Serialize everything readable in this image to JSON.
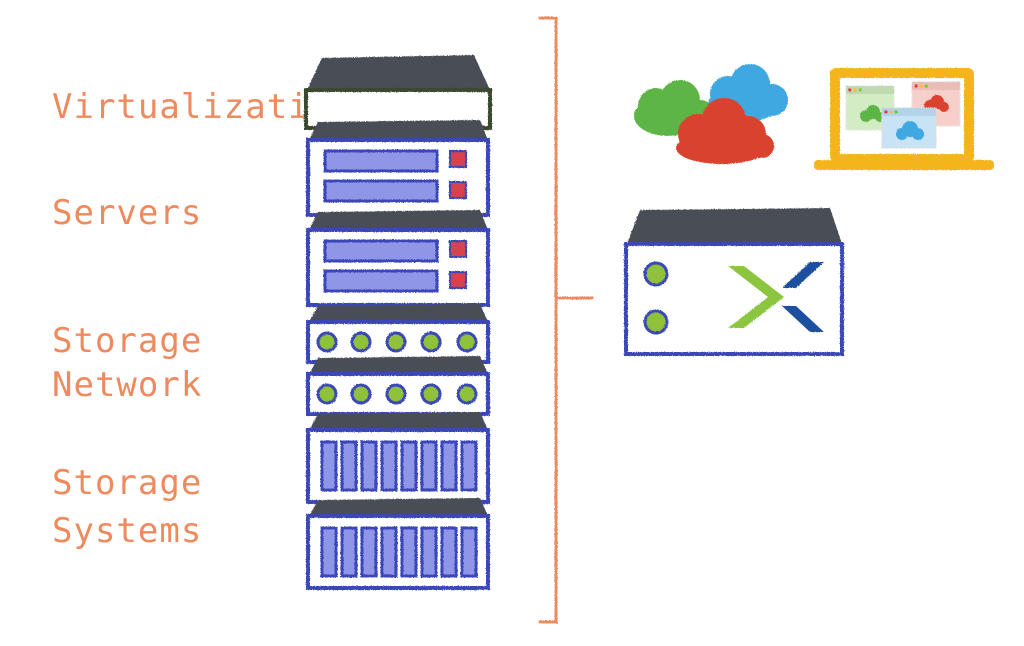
{
  "labels": {
    "virtualization": "Virtualization",
    "servers": "Servers",
    "storage_network_1": "Storage",
    "storage_network_2": "Network",
    "storage_systems_1": "Storage",
    "storage_systems_2": "Systems"
  },
  "icons": {
    "clouds": [
      "green-cloud-icon",
      "blue-cloud-icon",
      "red-cloud-icon"
    ],
    "laptop": "laptop-icon",
    "appliance": "nutanix-appliance-icon",
    "logo": "nutanix-x-logo"
  },
  "colors": {
    "label": "#ee8a5e",
    "rack_outline": "#3a47b8",
    "rack_fill": "#8f96e8",
    "led_red": "#d8434f",
    "led_green": "#8fc13a",
    "top_cover": "#4a4e57",
    "bracket": "#ee8a5e",
    "laptop_frame": "#f4b41a",
    "logo_green": "#8cc63f",
    "logo_blue": "#1f4fa0"
  }
}
